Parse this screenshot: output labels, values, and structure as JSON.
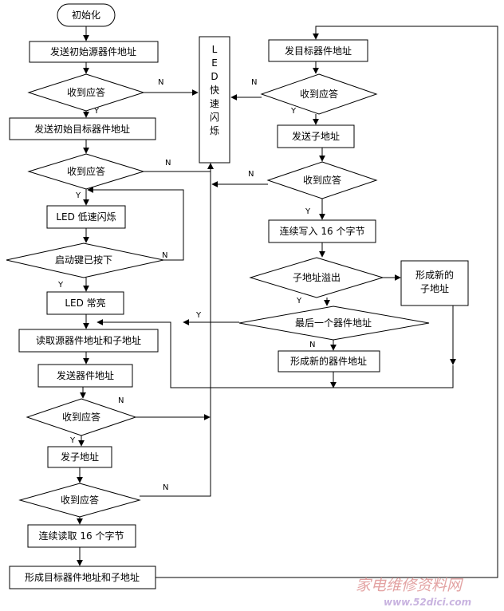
{
  "nodes": {
    "init": "初始化",
    "send_src_addr": "发送初始源器件地址",
    "recv_ack_1": "收到应答",
    "send_dst_addr": "发送初始目标器件地址",
    "recv_ack_2": "收到应答",
    "led_slow": "LED 低速闪烁",
    "start_pressed": "启动键已按下",
    "led_on": "LED 常亮",
    "read_src": "读取源器件地址和子地址",
    "send_dev_addr": "发送器件地址",
    "recv_ack_3": "收到应答",
    "send_sub": "发子地址",
    "recv_ack_4": "收到应答",
    "read16": "连续读取 16 个字节",
    "form_dst": "形成目标器件地址和子地址",
    "led_fast": [
      "L",
      "E",
      "D",
      "快",
      "速",
      "闪",
      "烁"
    ],
    "send_target": "发目标器件地址",
    "recv_ack_5": "收到应答",
    "send_sub2": "发送子地址",
    "recv_ack_6": "收到应答",
    "write16": "连续写入 16 个字节",
    "sub_overflow": "子地址溢出",
    "form_new_sub": [
      "形成新的",
      "子地址"
    ],
    "last_dev": "最后一个器件地址",
    "form_new_dev": "形成新的器件地址"
  },
  "edge_labels": {
    "yes": "Y",
    "no": "N"
  },
  "watermark": {
    "text": "家电维修资料网",
    "url": "www.52dici.com"
  }
}
